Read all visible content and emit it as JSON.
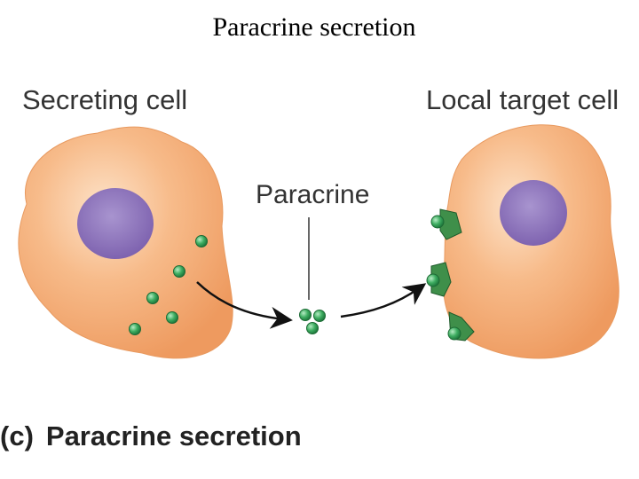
{
  "slide": {
    "title": "Paracrine secretion"
  },
  "figure": {
    "labels": {
      "secreting_cell": "Secreting cell",
      "target_cell": "Local target cell",
      "signal": "Paracrine"
    },
    "caption": {
      "part": "(c)",
      "text": "Paracrine secretion"
    }
  },
  "colors": {
    "cell_fill": "#f4a86e",
    "nucleus": "#8e72b8",
    "molecule": "#2f9a55",
    "receptor": "#3f8f4a"
  }
}
